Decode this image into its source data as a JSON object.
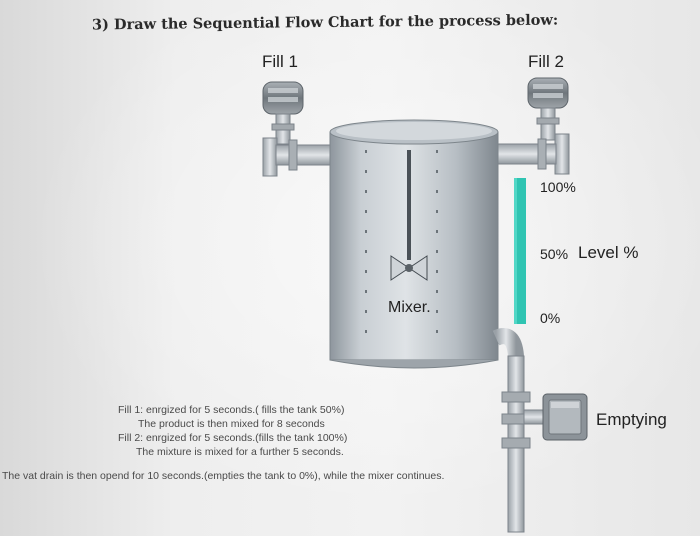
{
  "question": "3) Draw the Sequential Flow Chart for the process below:",
  "labels": {
    "fill1": "Fill 1",
    "fill2": "Fill 2",
    "mixer": "Mixer.",
    "level_100": "100%",
    "level_50": "50%",
    "level_title": "Level %",
    "level_0": "0%",
    "emptying": "Emptying"
  },
  "description": [
    "Fill 1: enrgized for 5 seconds.( fills the tank 50%)",
    "The product is then mixed for 8 seconds",
    "Fill 2: enrgized for 5 seconds.(fills the tank 100%)",
    "The mixture is mixed for a further 5 seconds.",
    "The vat drain is then opend for 10 seconds.(empties the tank to 0%), while the mixer continues."
  ],
  "colors": {
    "level_bar": "#2fc4b2",
    "tank_steel": "#b9c0c6",
    "valve_steel": "#8a9198"
  }
}
